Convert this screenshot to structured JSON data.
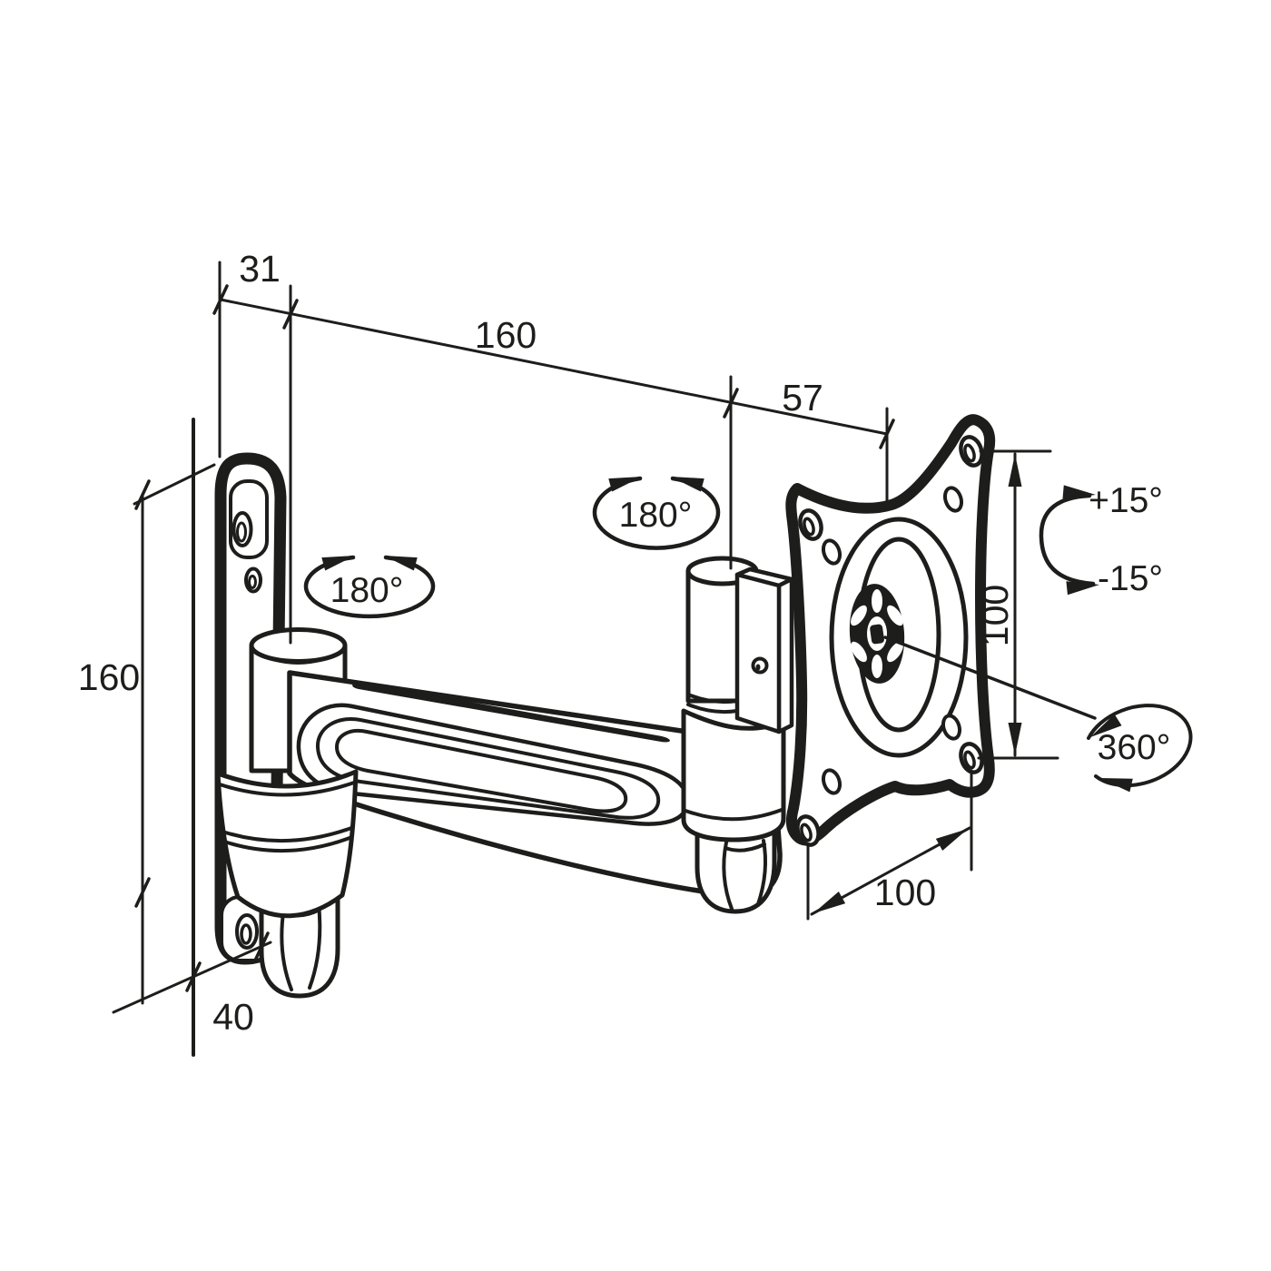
{
  "drawing": {
    "subject": "articulating monitor wall-mount bracket, perspective dimension drawing",
    "units_shown": false
  },
  "colors": {
    "line": "#1d1d1b",
    "background": "#ffffff"
  },
  "labels": {
    "offset_31": "31",
    "reach_160": "160",
    "offset_57": "57",
    "plate_height_160": "160",
    "plate_depth_40": "40",
    "vesa_vertical_100": "100",
    "vesa_horizontal_100": "100",
    "swivel_first": "180°",
    "swivel_second": "180°",
    "rotate_full": "360°",
    "tilt_up": "+15°",
    "tilt_down": "-15°"
  }
}
